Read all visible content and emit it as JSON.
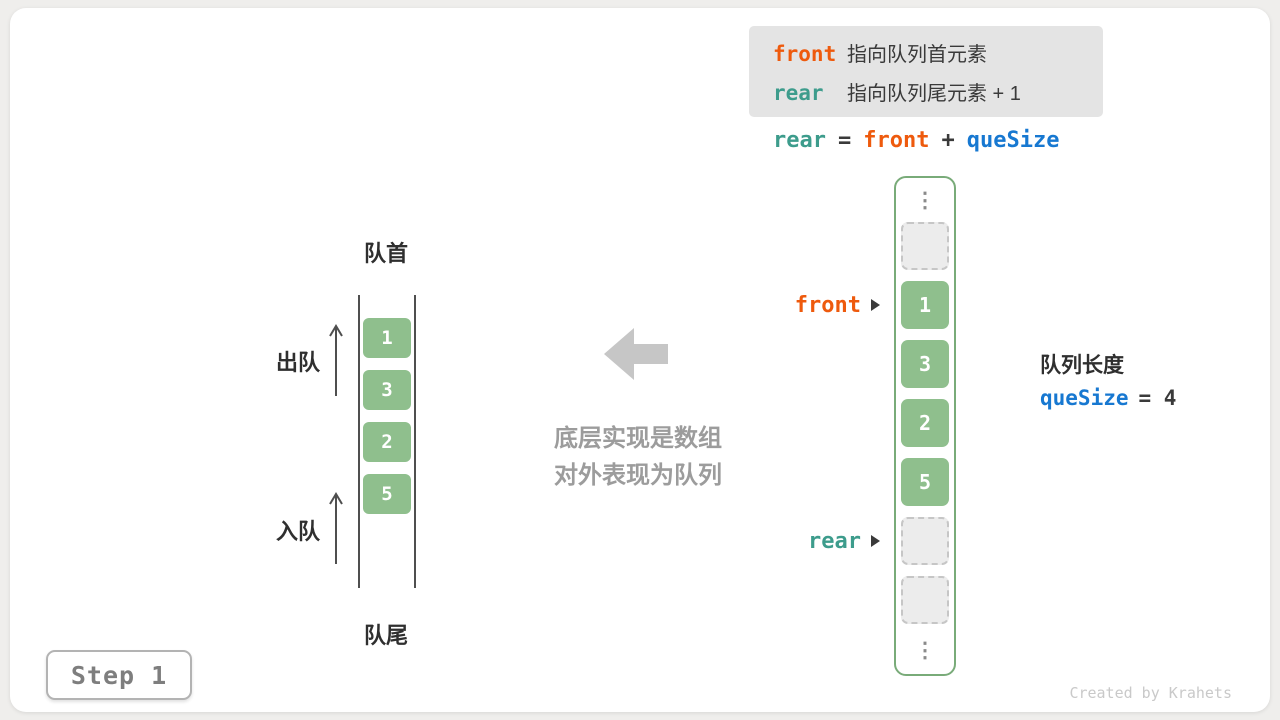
{
  "colors": {
    "front": "#EE5A0D",
    "rear": "#3D9C8C",
    "quesize": "#1778D1",
    "cell": "#8FBF8D",
    "bordergreen": "#79AB79"
  },
  "legend": {
    "front_kw": "front",
    "front_desc": "指向队列首元素",
    "rear_kw": "rear",
    "rear_desc": "指向队列尾元素 + 1"
  },
  "equation": {
    "lhs": "rear",
    "equals": "=",
    "front": "front",
    "plus": "+",
    "quesize": "queSize"
  },
  "queue": {
    "head_label": "队首",
    "tail_label": "队尾",
    "dequeue_label": "出队",
    "enqueue_label": "入队",
    "values": [
      "1",
      "3",
      "2",
      "5"
    ]
  },
  "center": {
    "line1": "底层实现是数组",
    "line2": "对外表现为队列"
  },
  "array": {
    "ellipsis": "⋮",
    "front_pointer": "front",
    "rear_pointer": "rear",
    "cells": [
      {
        "value": "",
        "state": "empty"
      },
      {
        "value": "1",
        "state": "filled"
      },
      {
        "value": "3",
        "state": "filled"
      },
      {
        "value": "2",
        "state": "filled"
      },
      {
        "value": "5",
        "state": "filled"
      },
      {
        "value": "",
        "state": "empty"
      },
      {
        "value": "",
        "state": "empty"
      }
    ]
  },
  "info": {
    "length_label": "队列长度",
    "quesize_kw": "queSize",
    "quesize_rest": "= 4"
  },
  "footer": {
    "step": "Step 1",
    "credit": "Created by Krahets"
  }
}
